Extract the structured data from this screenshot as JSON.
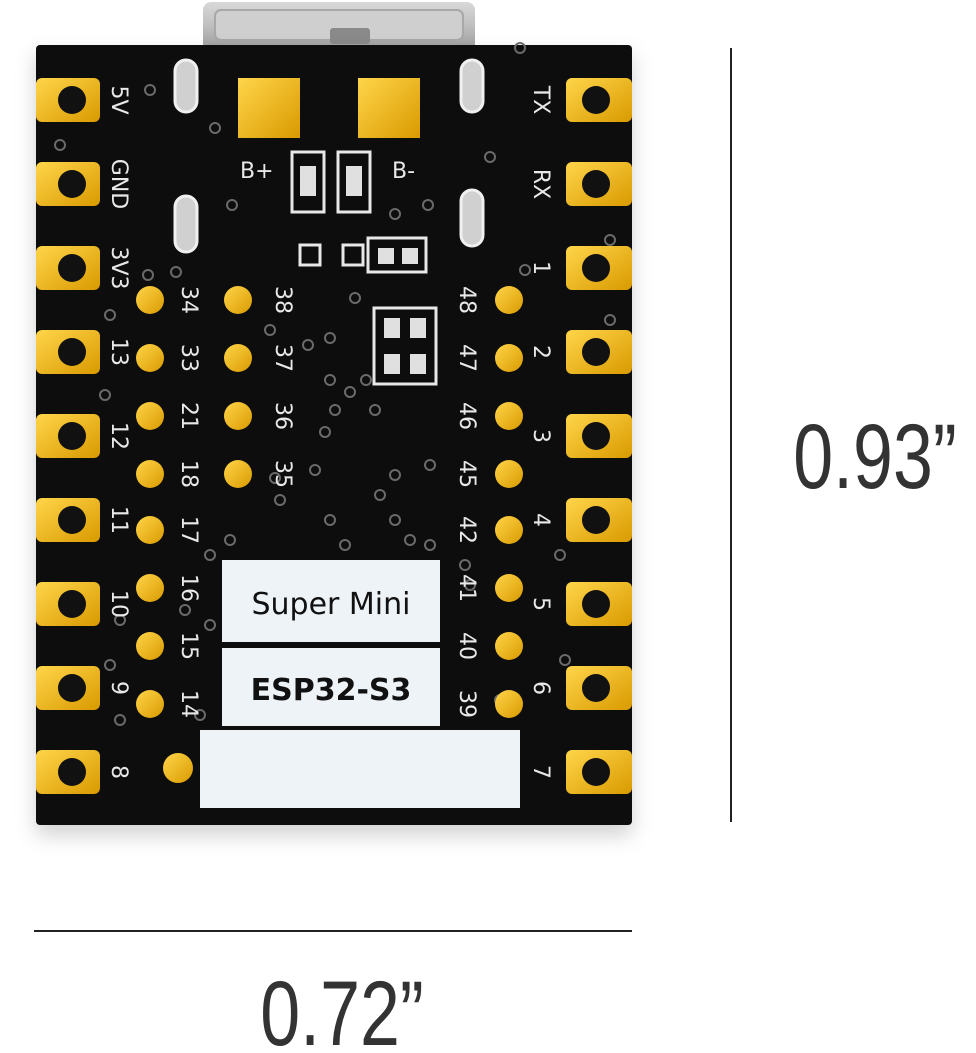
{
  "board": {
    "label_line1": "Super Mini",
    "label_line2": "ESP32-S3",
    "label_batt_plus": "B+",
    "label_batt_minus": "B-",
    "left_pins": [
      "5V",
      "GND",
      "3V3",
      "13",
      "12",
      "11",
      "10",
      "9",
      "8"
    ],
    "right_pins": [
      "TX",
      "RX",
      "1",
      "2",
      "3",
      "4",
      "5",
      "6",
      "7"
    ],
    "inner_left_col": [
      "34",
      "33",
      "21",
      "18",
      "17",
      "16",
      "15",
      "14"
    ],
    "inner_mid_col": [
      "38",
      "37",
      "36",
      "35"
    ],
    "inner_right_col": [
      "48",
      "47",
      "46",
      "45",
      "42",
      "41",
      "40",
      "39"
    ]
  },
  "dimensions": {
    "height_label": "0.93”",
    "width_label": "0.72”"
  },
  "colors": {
    "pcb": "#0b0b0b",
    "gold": "#f2b90c",
    "silkscreen": "#e8e8e8",
    "label_panel": "#eef3f8"
  }
}
